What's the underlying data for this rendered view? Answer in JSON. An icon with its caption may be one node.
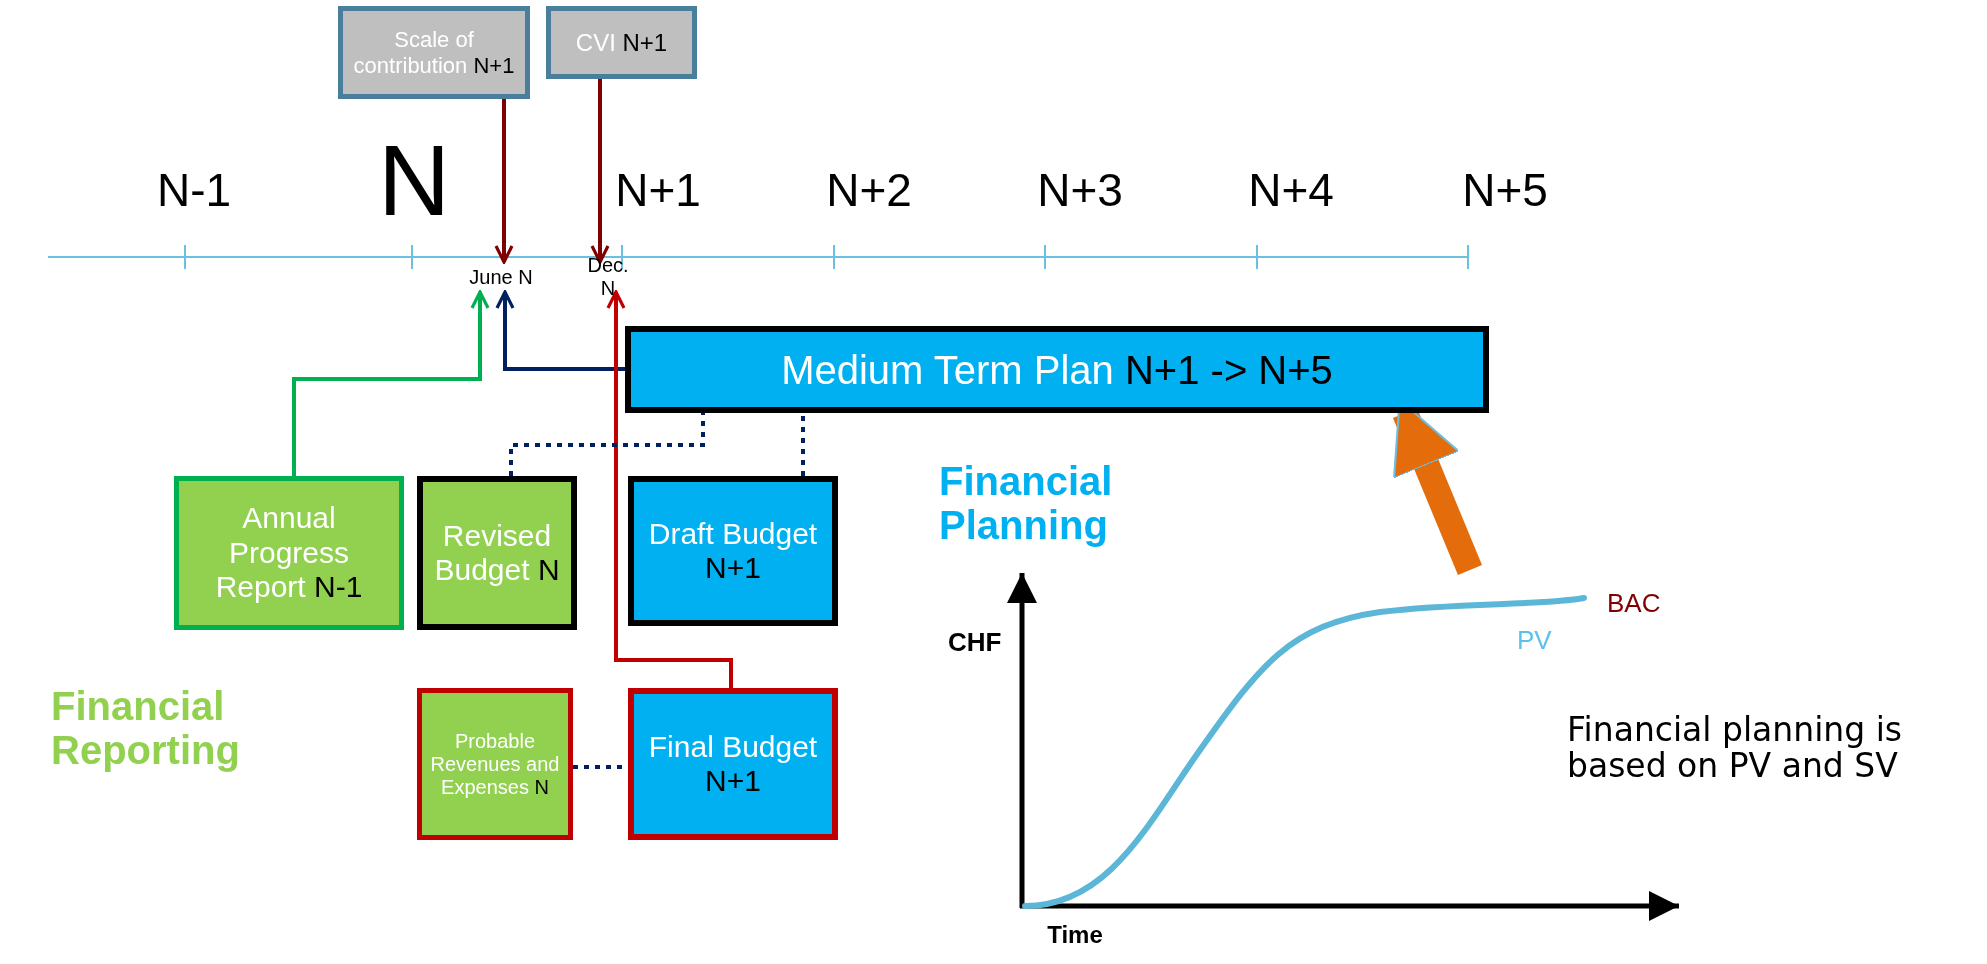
{
  "diagram": {
    "nodes": [
      {
        "text": [
          "Scale of contribution N+1"
        ]
      },
      {
        "text": [
          "CVI N+1"
        ]
      },
      {
        "text": [
          "June N"
        ]
      },
      {
        "text": [
          "Dec. N"
        ]
      },
      {
        "text": [
          "Medium Term Plan N+1 -> N+5"
        ]
      },
      {
        "text": [
          "Annual Progress Report N-1"
        ]
      },
      {
        "text": [
          "Revised Budget N"
        ]
      },
      {
        "text": [
          "Draft Budget N+1"
        ]
      },
      {
        "text": [
          "Probable Revenues and Expenses N"
        ]
      },
      {
        "text": [
          "Final Budget N+1"
        ]
      }
    ],
    "edges": [
      {
        "from": 0,
        "to": 2,
        "arrow": "to",
        "color": "#7f0000"
      },
      {
        "from": 1,
        "to": 3,
        "arrow": "to",
        "color": "#7f0000"
      },
      {
        "from": 5,
        "to": 2,
        "arrow": "to",
        "color": "#00b050"
      },
      {
        "from": 4,
        "to": 2,
        "arrow": "to"
      },
      {
        "from": 9,
        "to": 3,
        "arrow": "to",
        "color": "#c00000"
      },
      {
        "from": 6,
        "to": 4,
        "arrow": "none",
        "style": "dashed"
      },
      {
        "from": 7,
        "to": 4,
        "arrow": "none",
        "style": "dashed"
      },
      {
        "from": 8,
        "to": 9,
        "arrow": "none",
        "style": "dashed"
      },
      {
        "from": null,
        "to": 4,
        "arrow": "to",
        "style": "thick",
        "color": "#e46c0a"
      }
    ],
    "labels": [
      "N-1",
      "N",
      "N+1",
      "N+2",
      "N+3",
      "N+4",
      "N+5",
      "Financial Planning",
      "BAC",
      "CHF",
      "PV",
      "Financial Reporting",
      "Financial planning is based on PV and SV",
      "Time"
    ]
  }
}
